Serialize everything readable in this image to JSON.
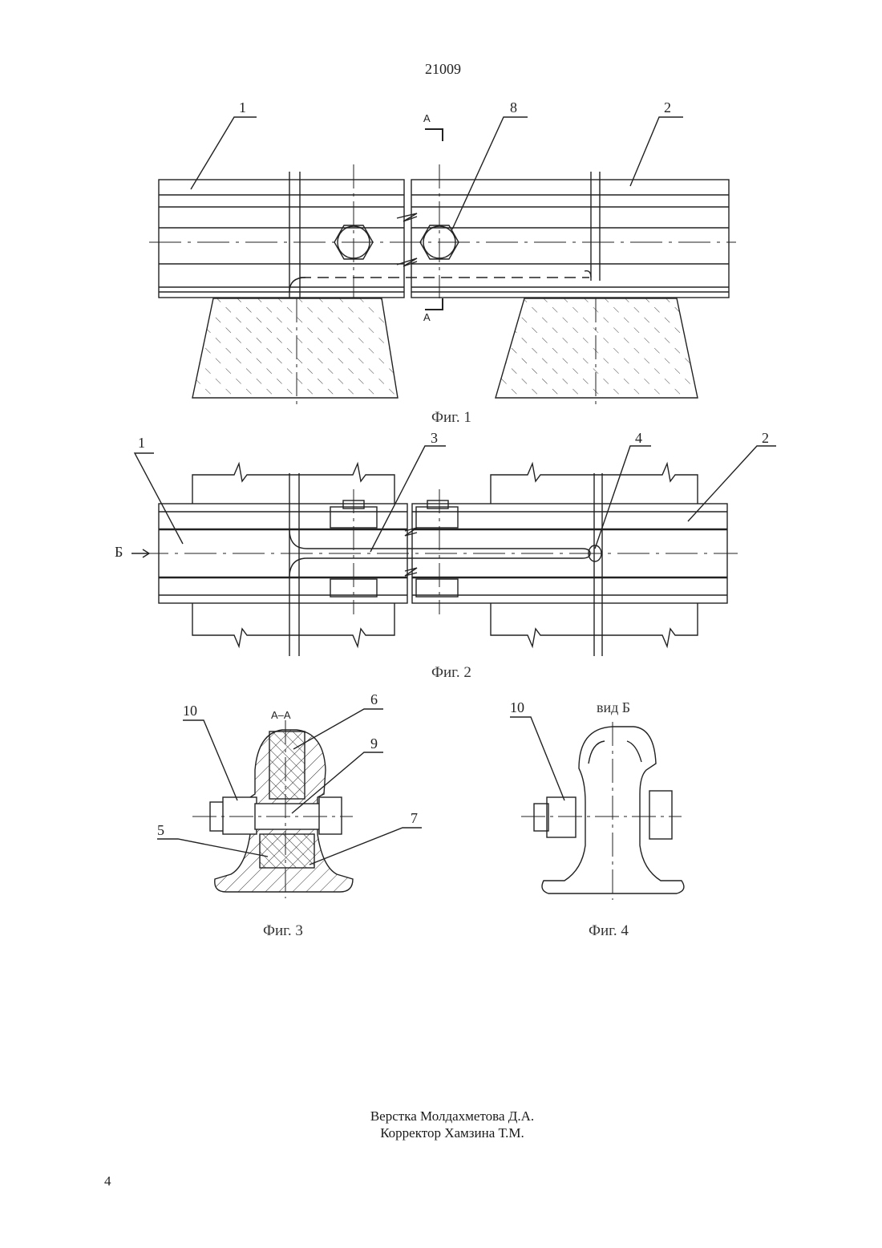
{
  "header": {
    "doc_number": "21009"
  },
  "fig1": {
    "caption": "Фиг. 1",
    "labels": {
      "l1": "1",
      "l2": "2",
      "l8": "8"
    },
    "section_mark": "А"
  },
  "fig2": {
    "caption": "Фиг. 2",
    "labels": {
      "l1": "1",
      "l2": "2",
      "l3": "3",
      "l4": "4"
    },
    "view_arrow": "Б"
  },
  "fig3": {
    "caption": "Фиг. 3",
    "section_title": "А–А",
    "labels": {
      "l5": "5",
      "l6": "6",
      "l7": "7",
      "l9": "9",
      "l10": "10"
    }
  },
  "fig4": {
    "caption": "Фиг. 4",
    "view_title": "вид Б",
    "labels": {
      "l10": "10"
    }
  },
  "footer": {
    "layout": "Верстка Молдахметова Д.А.",
    "corrector": "Корректор Хамзина Т.М.",
    "page_number": "4"
  }
}
